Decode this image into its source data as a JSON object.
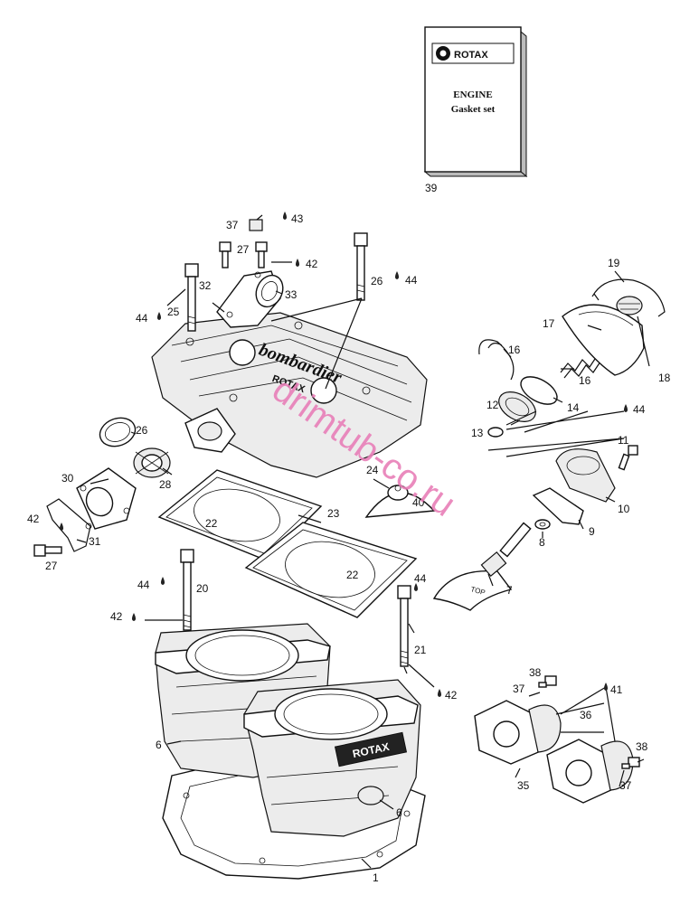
{
  "gasket_book": {
    "brand": "ROTAX",
    "line1": "ENGINE",
    "line2": "Gasket set",
    "ref": "39"
  },
  "head_casting_text": "bombardier",
  "head_casting_text2": "ROTAX",
  "cylinder_text": "ROTAX",
  "exhaust_socket_text": "TOP",
  "watermark": "drimtub-co.ru",
  "callouts": {
    "c1": "1",
    "c6a": "6",
    "c6b": "6",
    "c7": "7",
    "c8": "8",
    "c9": "9",
    "c10": "10",
    "c11": "11",
    "c12": "12",
    "c13": "13",
    "c14": "14",
    "c16a": "16",
    "c16b": "16",
    "c17": "17",
    "c18": "18",
    "c19": "19",
    "c20": "20",
    "c21": "21",
    "c22a": "22",
    "c22b": "22",
    "c23": "23",
    "c24": "24",
    "c25": "25",
    "c26a": "26",
    "c26b": "26",
    "c27a": "27",
    "c27b": "27",
    "c28": "28",
    "c30": "30",
    "c31": "31",
    "c32": "32",
    "c33": "33",
    "c35": "35",
    "c36": "36",
    "c37a": "37",
    "c37b": "37",
    "c37c": "37",
    "c38a": "38",
    "c38b": "38",
    "c40": "40",
    "c41": "41",
    "c42a": "42",
    "c42b": "42",
    "c42c": "42",
    "c42d": "42",
    "c43": "43",
    "c44a": "44",
    "c44b": "44",
    "c44c": "44",
    "c44d": "44",
    "c44e": "44"
  }
}
